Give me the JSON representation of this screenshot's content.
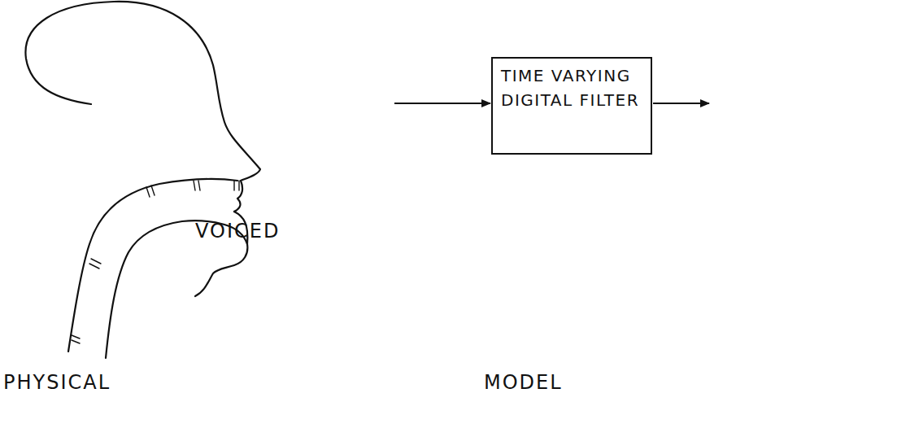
{
  "diagram": {
    "nodes": [
      {
        "text": [
          "TIME VARYING DIGITAL FILTER"
        ]
      }
    ],
    "labels": [
      "VOICED",
      "PHYSICAL",
      "MODEL"
    ]
  }
}
